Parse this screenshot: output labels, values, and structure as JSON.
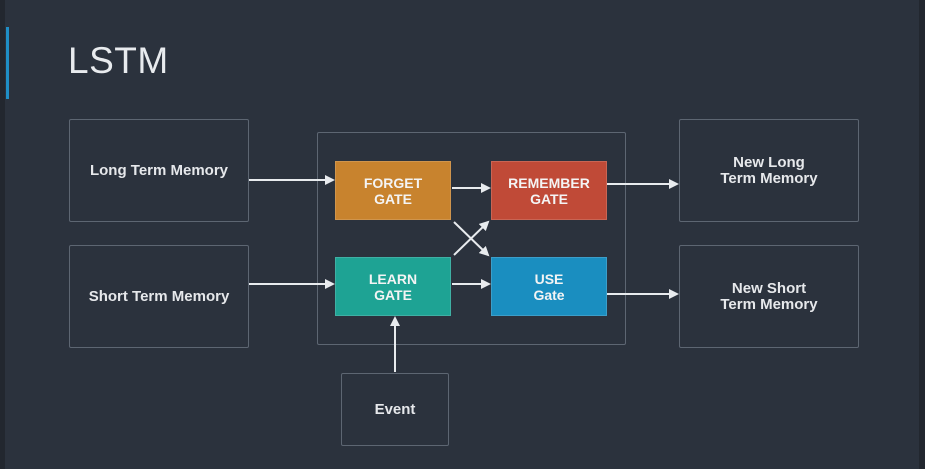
{
  "title": "LSTM",
  "inputs": {
    "long_term_memory": "Long Term Memory",
    "short_term_memory": "Short Term Memory",
    "event": "Event"
  },
  "gates": {
    "forget": {
      "label": "FORGET\nGATE",
      "color": "#c8832e"
    },
    "remember": {
      "label": "REMEMBER\nGATE",
      "color": "#c04a37"
    },
    "learn": {
      "label": "LEARN\nGATE",
      "color": "#1ea394"
    },
    "use": {
      "label": "USE\nGate",
      "color": "#1a8ec0"
    }
  },
  "outputs": {
    "new_long_term_memory": "New Long\nTerm Memory",
    "new_short_term_memory": "New Short\nTerm Memory"
  },
  "colors": {
    "background": "#2b323d",
    "accent": "#1f8fc7",
    "border": "#5d6672",
    "arrow": "#e8ebee"
  }
}
